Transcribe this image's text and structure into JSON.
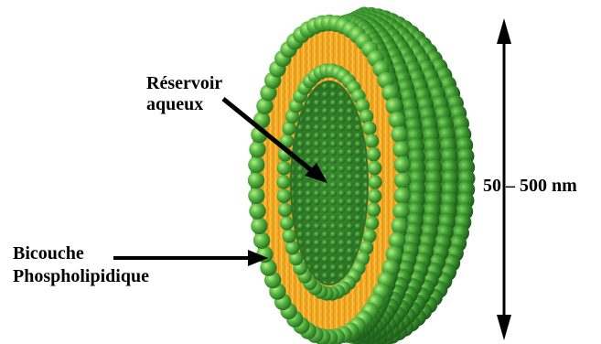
{
  "labels": {
    "reservoir_line1": "Réservoir",
    "reservoir_line2": "aqueux",
    "bilayer_line1": "Bicouche",
    "bilayer_line2": "Phospholipidique",
    "size": "50 – 500 nm"
  },
  "colors": {
    "lipid_head_green": "#4caf3a",
    "lipid_head_dark": "#2f7d2a",
    "lipid_head_light": "#8fd66b",
    "tail_orange": "#f0a21e",
    "outer_shell_green": "#3f9a34",
    "arrow": "#000000"
  }
}
